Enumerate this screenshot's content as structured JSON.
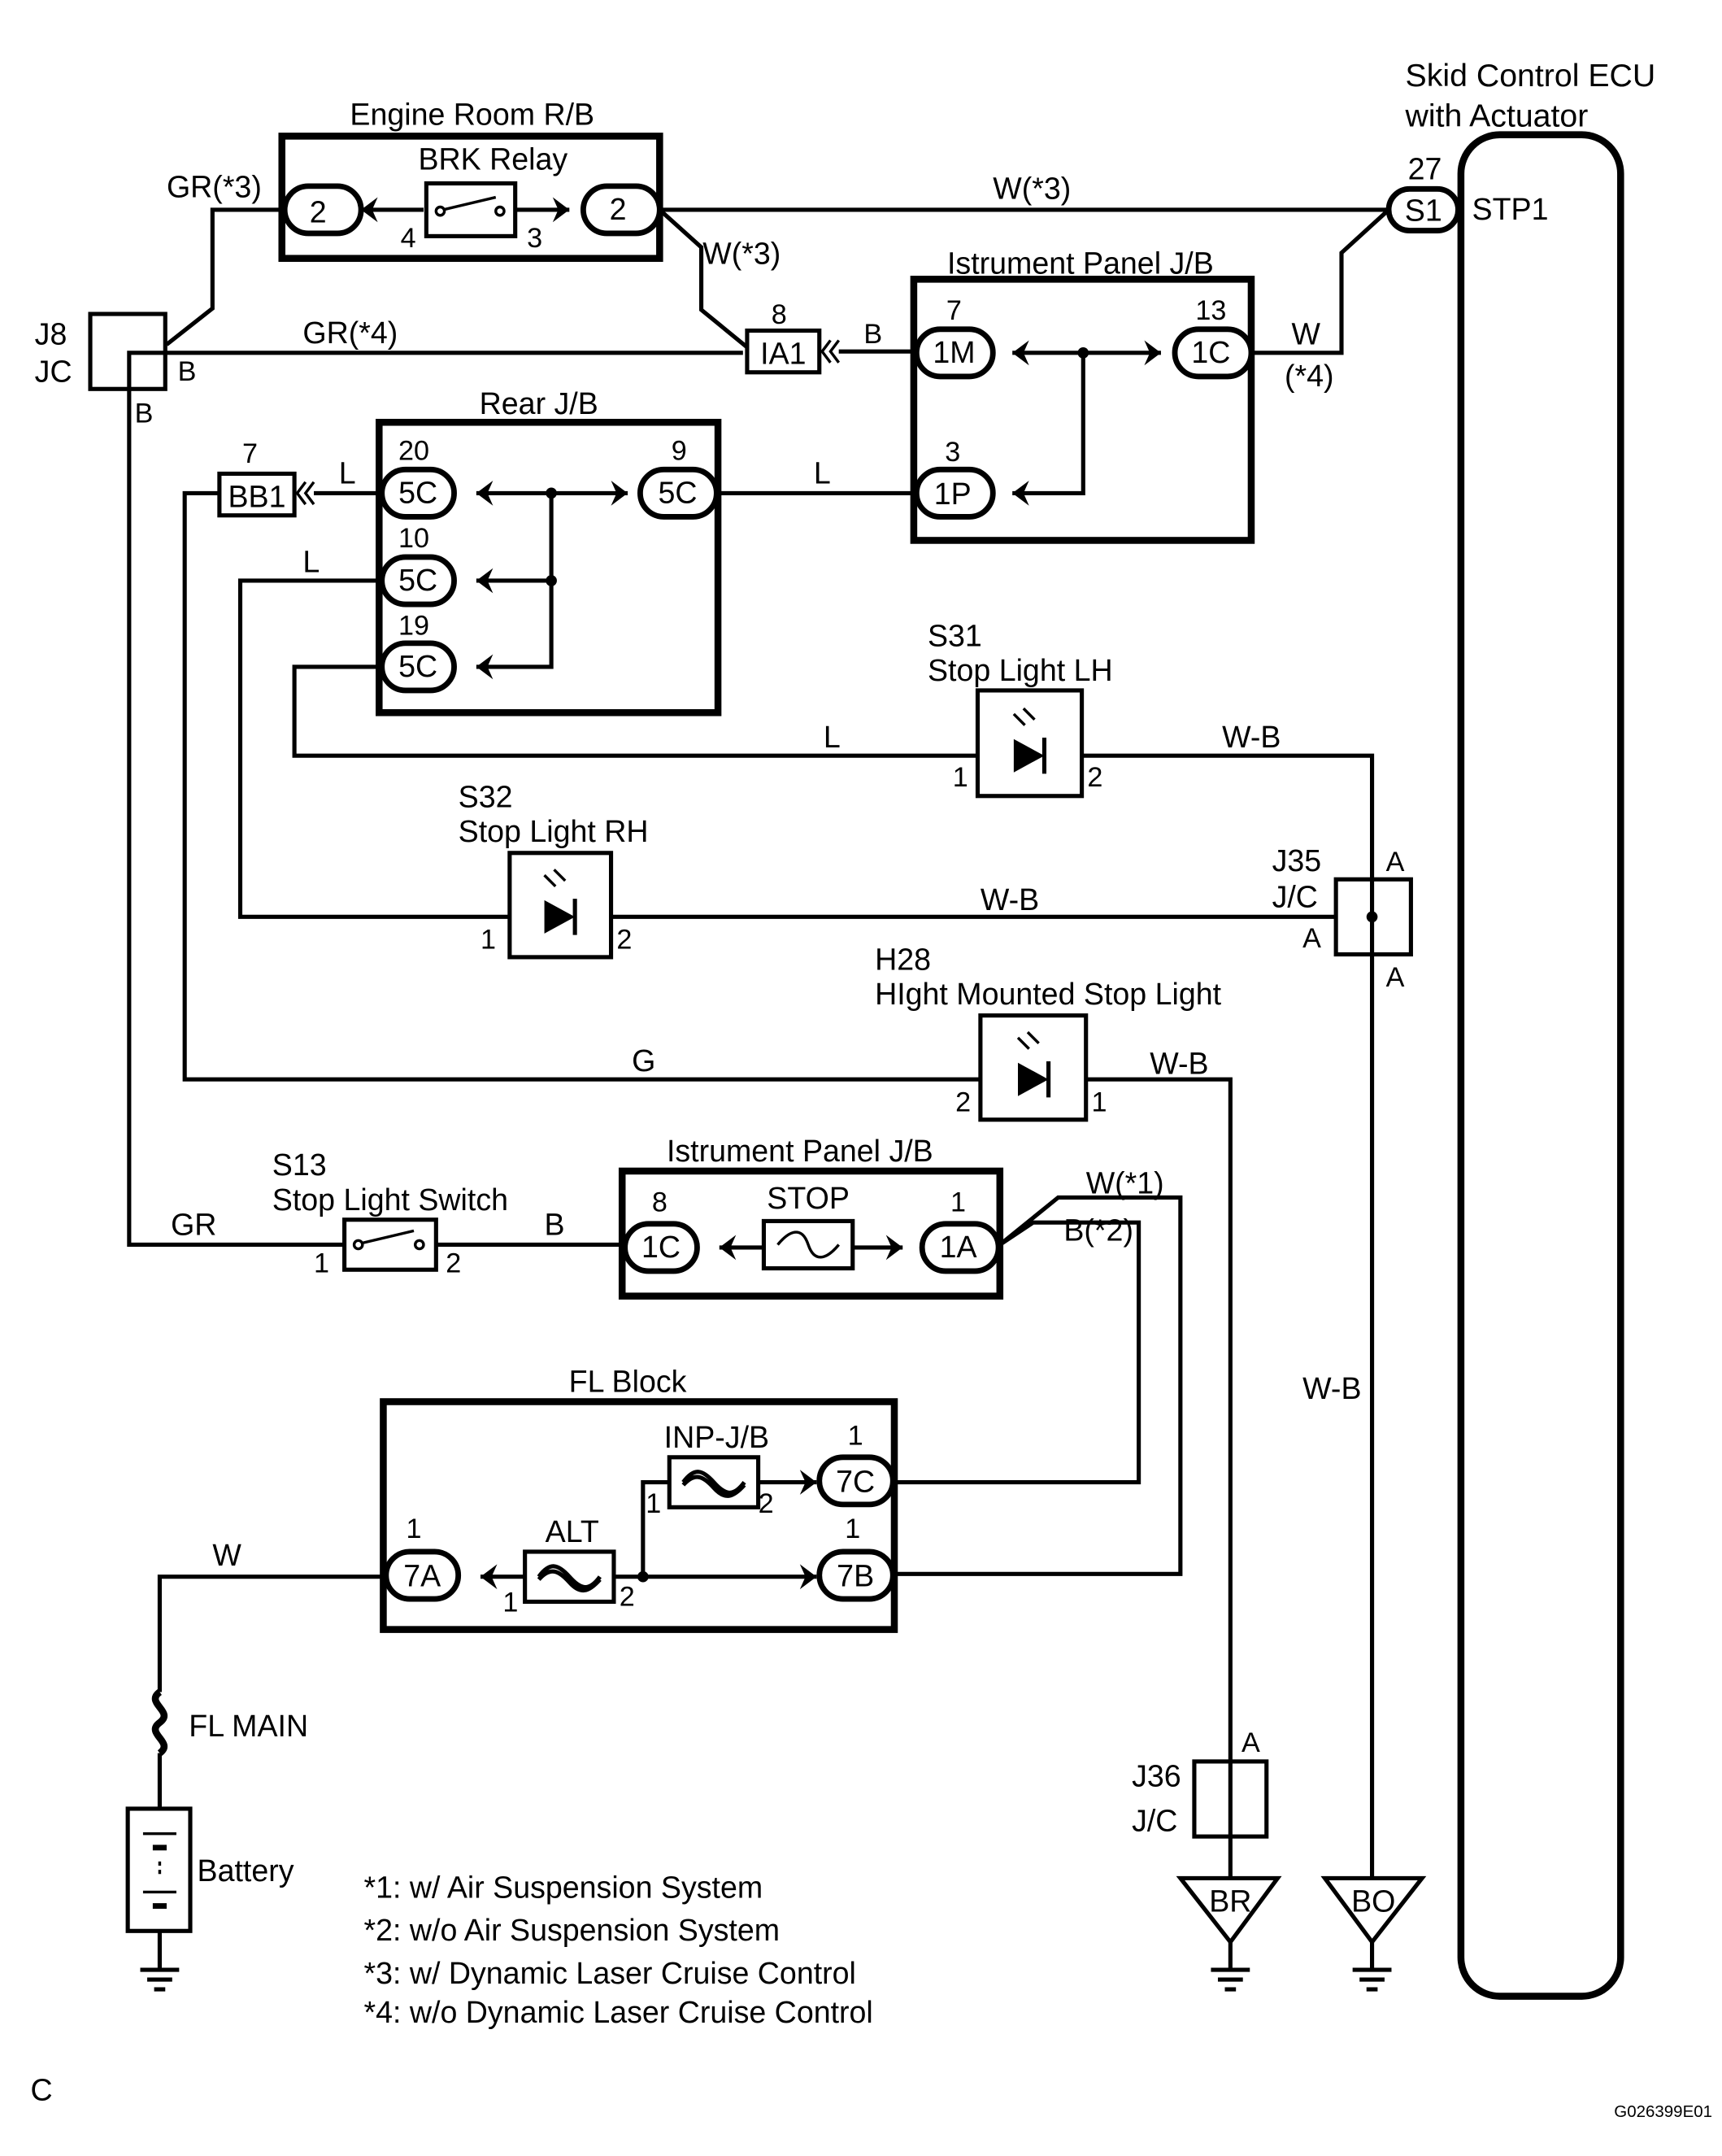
{
  "ecu": {
    "title_line1": "Skid Control ECU",
    "title_line2": "with Actuator",
    "terminal_pin": "27",
    "terminal_conn": "S1",
    "terminal_name": "STP1"
  },
  "engine_rb": {
    "title": "Engine Room R/B",
    "relay": "BRK Relay",
    "left_conn": "2",
    "right_conn": "2",
    "pin4": "4",
    "pin3": "3"
  },
  "ip_jb1": {
    "title": "Istrument Panel J/B",
    "c1_pin": "7",
    "c1": "1M",
    "c2_pin": "13",
    "c2": "1C",
    "c3_pin": "3",
    "c3": "1P"
  },
  "ia1": {
    "pin": "8",
    "label": "IA1"
  },
  "j8": {
    "id": "J8",
    "type": "JC",
    "pin_b1": "B",
    "pin_b2": "B"
  },
  "rear_jb": {
    "title": "Rear J/B",
    "c1_pin": "20",
    "c1": "5C",
    "c2_pin": "10",
    "c2": "5C",
    "c3_pin": "19",
    "c3": "5C",
    "c4_pin": "9",
    "c4": "5C"
  },
  "bb1": {
    "pin": "7",
    "label": "BB1"
  },
  "s31": {
    "id": "S31",
    "name": "Stop Light LH",
    "pin1": "1",
    "pin2": "2"
  },
  "s32": {
    "id": "S32",
    "name": "Stop Light RH",
    "pin1": "1",
    "pin2": "2"
  },
  "j35": {
    "id": "J35",
    "type": "J/C",
    "pin_top": "A",
    "pin_left": "A",
    "pin_bottom": "A"
  },
  "h28": {
    "id": "H28",
    "name": "HIght Mounted Stop Light",
    "pin2": "2",
    "pin1": "1"
  },
  "s13": {
    "id": "S13",
    "name": "Stop Light Switch",
    "pin1": "1",
    "pin2": "2"
  },
  "ip_jb2": {
    "title": "Istrument Panel J/B",
    "c1_pin": "8",
    "c1": "1C",
    "fuse": "STOP",
    "c2_pin": "1",
    "c2": "1A"
  },
  "fl_block": {
    "title": "FL Block",
    "c7a_pin": "1",
    "c7a": "7A",
    "alt": "ALT",
    "alt_p1": "1",
    "alt_p2": "2",
    "inp": "INP-J/B",
    "inp_p1": "1",
    "inp_p2": "2",
    "c7c_pin": "1",
    "c7c": "7C",
    "c7b_pin": "1",
    "c7b": "7B"
  },
  "fl_main": "FL MAIN",
  "battery": "Battery",
  "j36": {
    "id": "J36",
    "type": "J/C",
    "pin": "A"
  },
  "grounds": {
    "br": "BR",
    "bo": "BO"
  },
  "wires": {
    "gr3": "GR(*3)",
    "w3_top": "W(*3)",
    "w3_relay": "W(*3)",
    "gr4": "GR(*4)",
    "b_ia1": "B",
    "w_ecu": "W",
    "w_ecu_note": "(*4)",
    "l_bb1": "L",
    "l_rear": "L",
    "l_rear2": "L",
    "l_s31": "L",
    "wb_s31": "W-B",
    "wb_s32": "W-B",
    "g_h28": "G",
    "wb_h28": "W-B",
    "gr_s13": "GR",
    "b_s13": "B",
    "w1": "W(*1)",
    "b2": "B(*2)",
    "w_fl": "W",
    "wb_ground": "W-B"
  },
  "notes": [
    "*1: w/ Air Suspension System",
    "*2: w/o Air Suspension System",
    "*3: w/ Dynamic Laser Cruise Control",
    "*4: w/o Dynamic Laser Cruise Control"
  ],
  "corner_label": "C",
  "figure_code": "G026399E01"
}
